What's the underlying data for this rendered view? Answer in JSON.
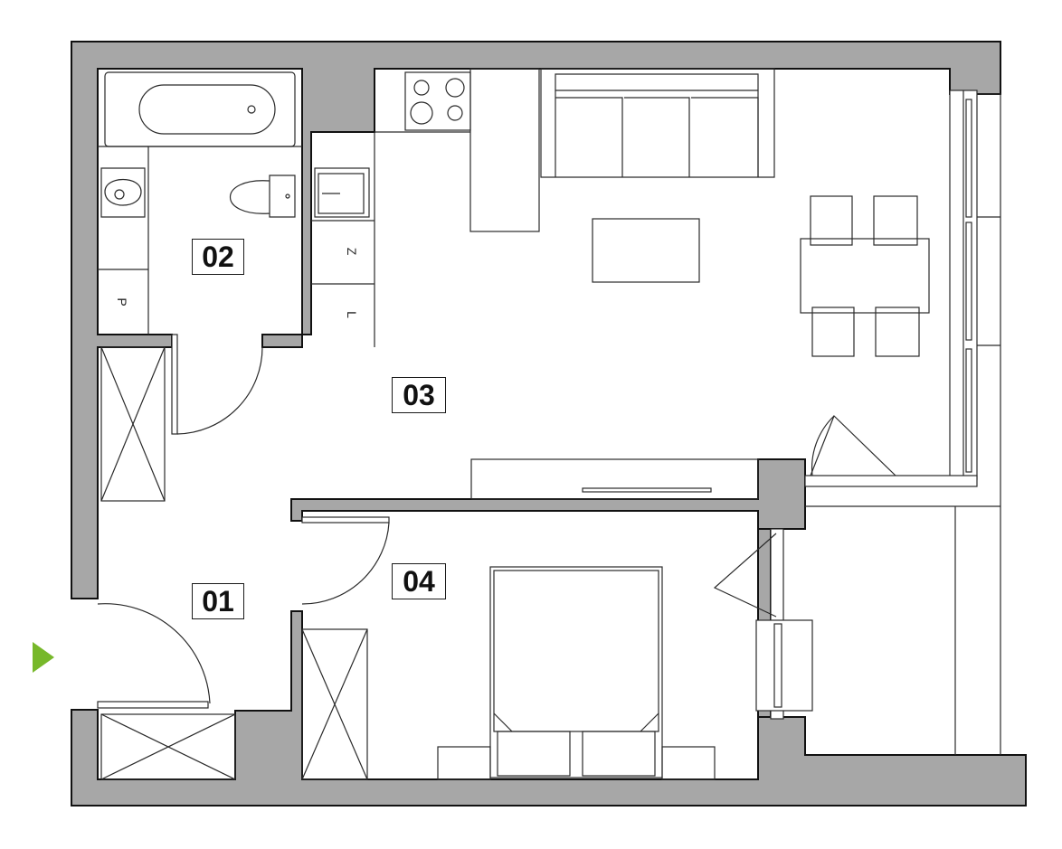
{
  "plan": {
    "rooms": [
      {
        "id": "room-01",
        "number": "01"
      },
      {
        "id": "room-02",
        "number": "02"
      },
      {
        "id": "room-03",
        "number": "03"
      },
      {
        "id": "room-04",
        "number": "04"
      }
    ],
    "kitchen_cabinet_markers": [
      "Z",
      "L"
    ],
    "bathroom_cabinet_marker": "P",
    "entrance_marker_color": "#77b82a",
    "wall_color": "#a7a7a7"
  }
}
